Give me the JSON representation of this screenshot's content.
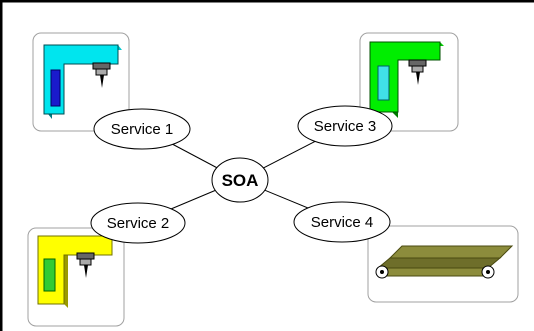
{
  "diagram": {
    "hub": {
      "label": "SOA"
    },
    "services": [
      {
        "label": "Service 1"
      },
      {
        "label": "Service 2"
      },
      {
        "label": "Service 3"
      },
      {
        "label": "Service 4"
      }
    ],
    "machines": [
      {
        "kind": "milling-machine",
        "color": "#00e5ee"
      },
      {
        "kind": "milling-machine",
        "color": "#ffff00"
      },
      {
        "kind": "milling-machine",
        "color": "#00ee00"
      },
      {
        "kind": "conveyor-belt",
        "color": "#8c8c3c"
      }
    ],
    "colors": {
      "frame": "#000000",
      "card_border": "#a0a0a0",
      "connector": "#000000"
    }
  }
}
